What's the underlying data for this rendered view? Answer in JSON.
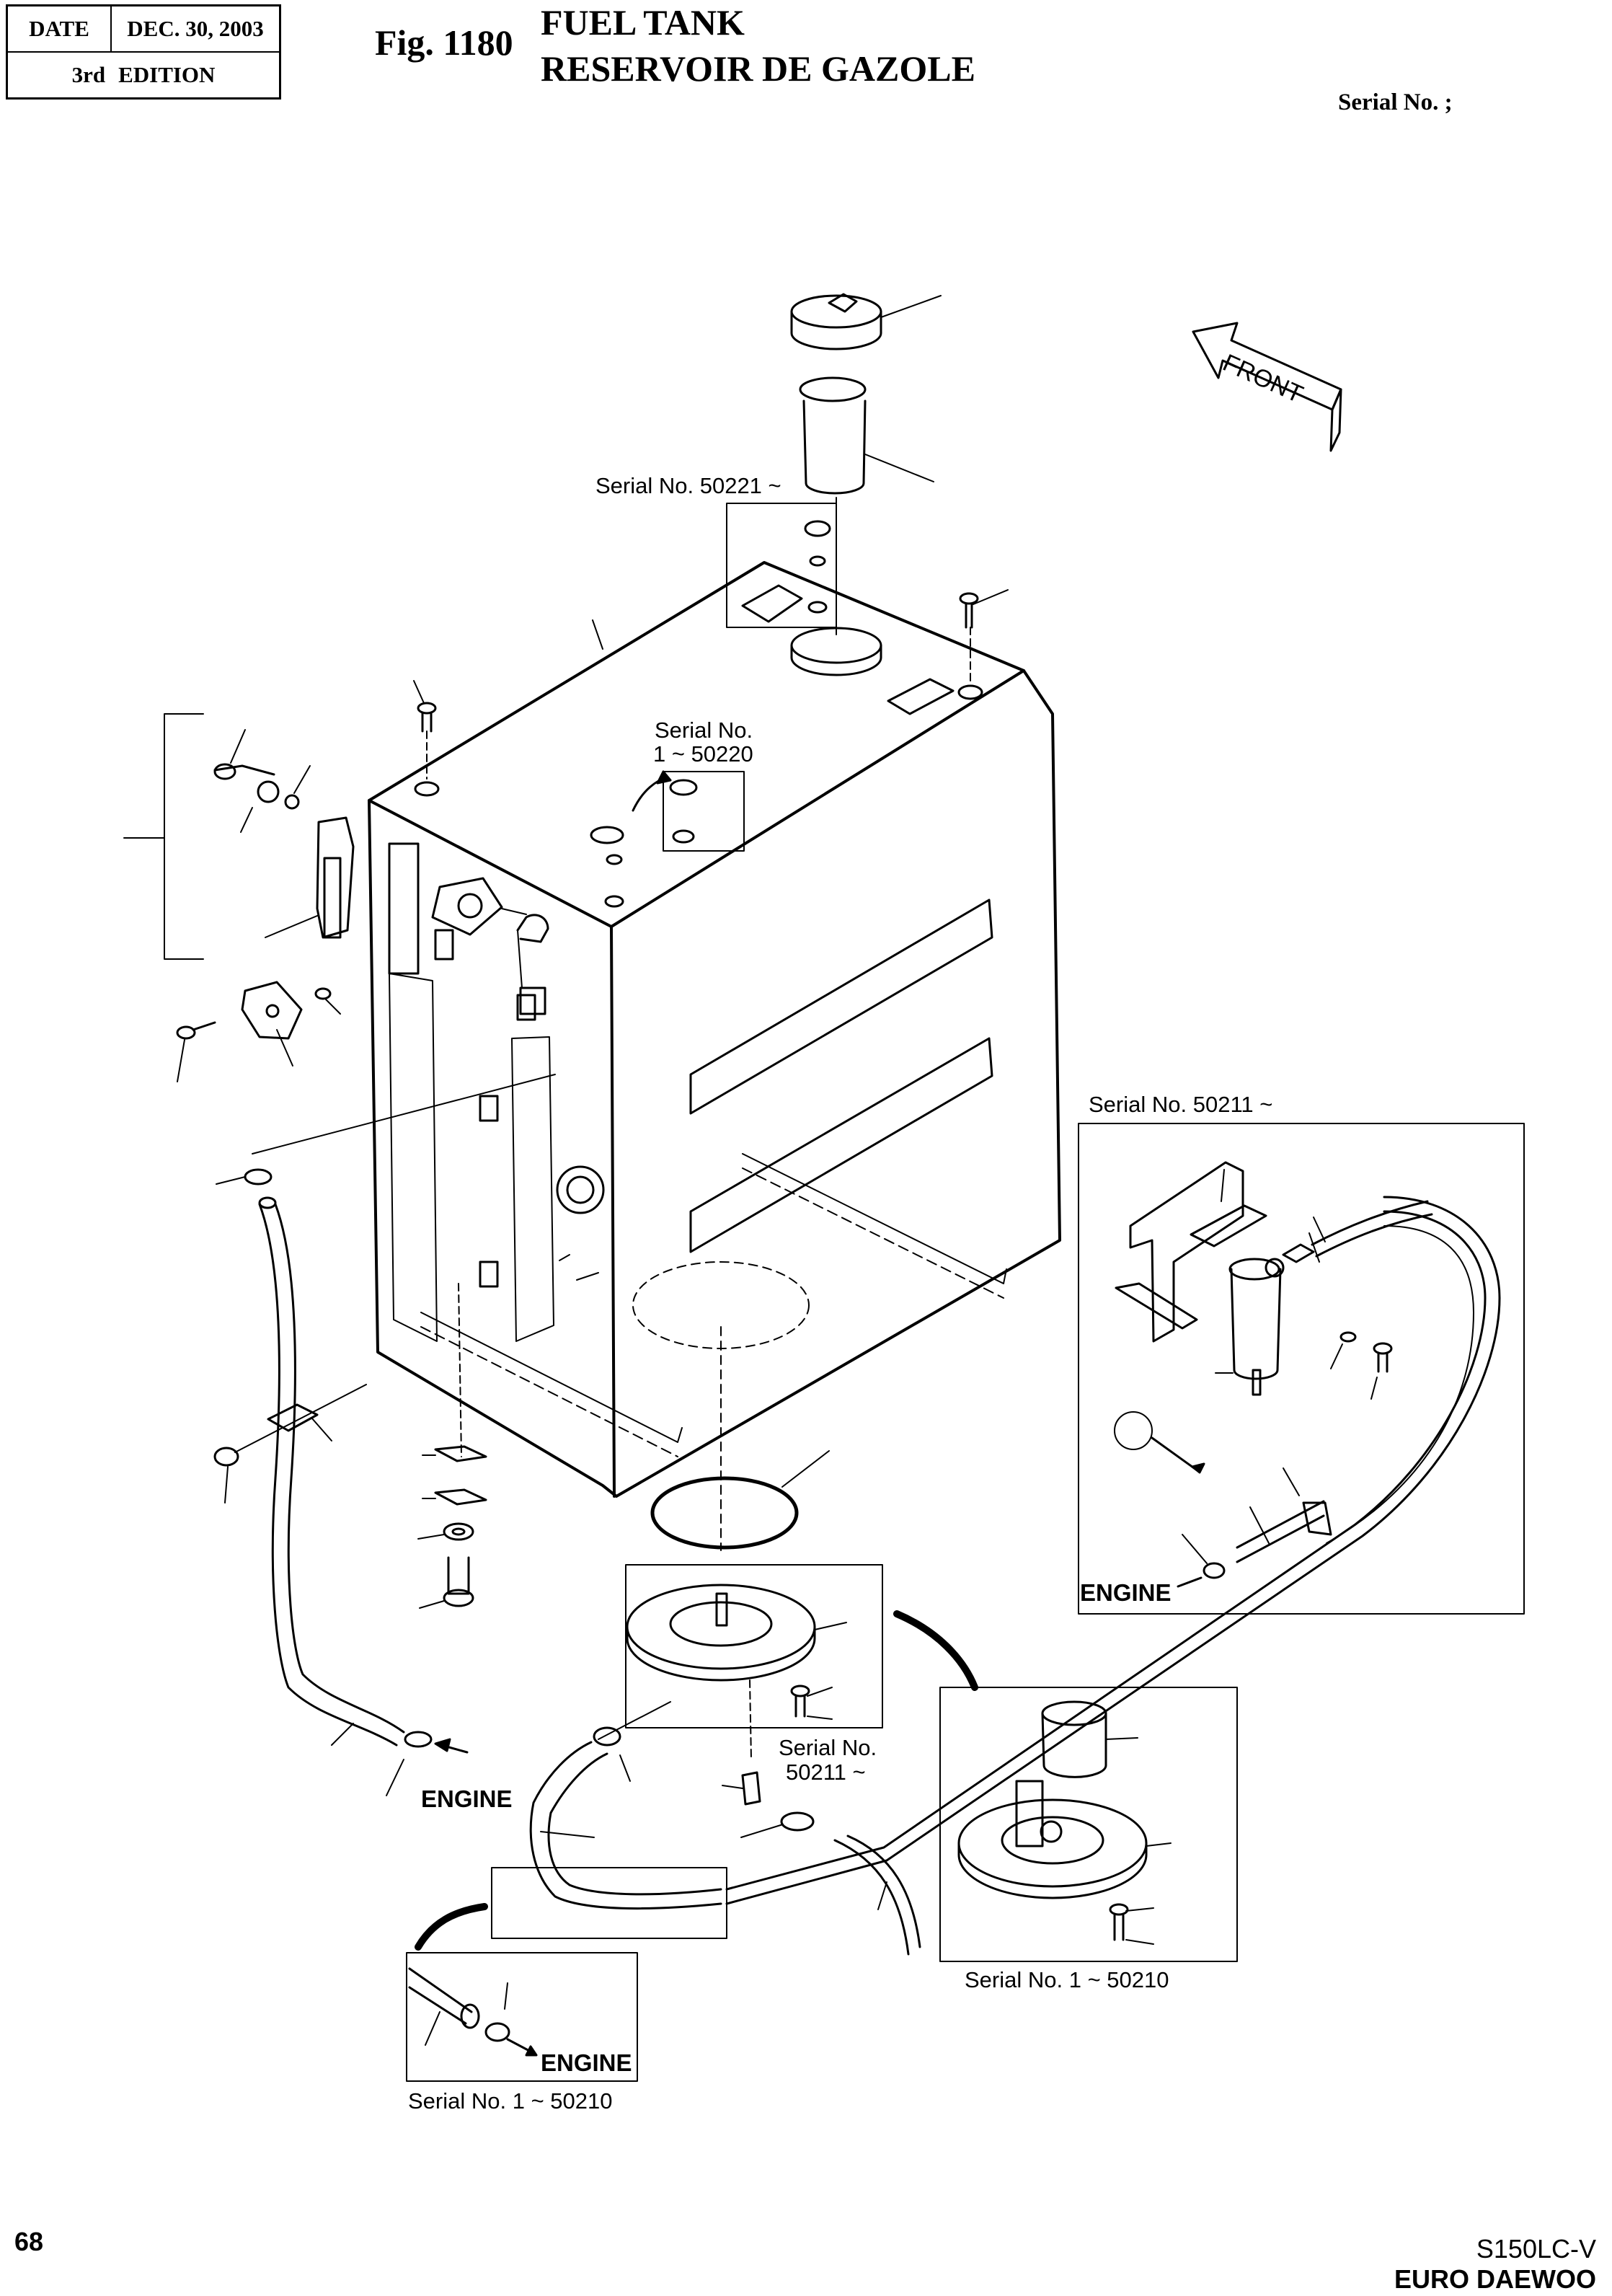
{
  "header": {
    "date_label": "DATE",
    "date_value": "DEC. 30, 2003",
    "edition_prefix": "3rd",
    "edition_label": "EDITION",
    "fig_label": "Fig. 1180",
    "title_en": "FUEL TANK",
    "title_fr": "RESERVOIR DE GAZOLE",
    "serial_label": "Serial No. ;"
  },
  "labels": {
    "serial_50221": "Serial No. 50221 ~",
    "serial_1_50220_a": "Serial No.",
    "serial_1_50220_b": "1 ~ 50220",
    "serial_50211_top": "Serial No. 50211 ~",
    "serial_50211_mid_a": "Serial No.",
    "serial_50211_mid_b": "50211 ~",
    "serial_1_50210_right": "Serial No. 1 ~ 50210",
    "serial_1_50210_left": "Serial No. 1 ~ 50210",
    "front": "FRONT",
    "engine_left": "ENGINE",
    "engine_right": "ENGINE",
    "engine_bottom": "ENGINE"
  },
  "footer": {
    "page_number": "68",
    "model": "S150LC-V",
    "brand": "EURO DAEWOO"
  }
}
